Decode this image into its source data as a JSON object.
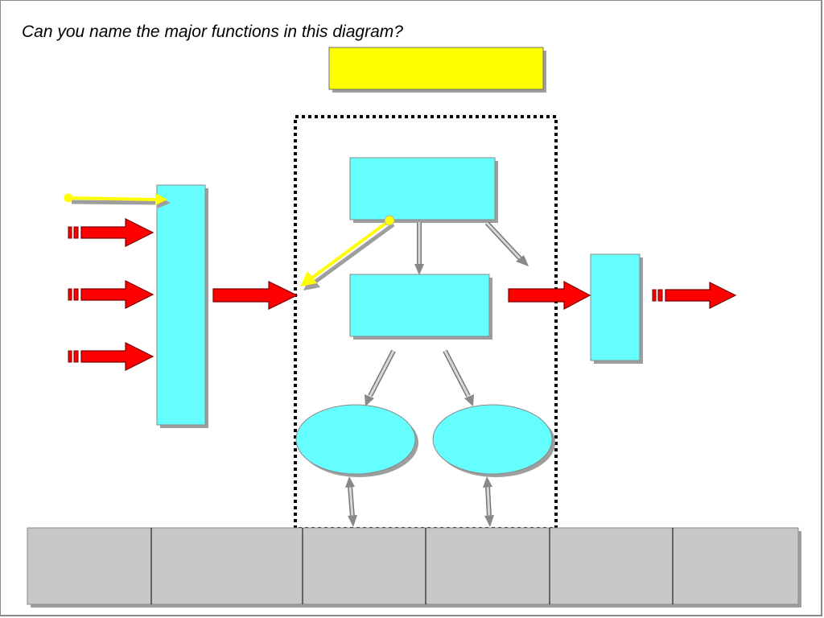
{
  "slide": {
    "question": "Can you name the major functions in this diagram?"
  },
  "colors": {
    "box_fill": "#66ffff",
    "label_placeholder_fill": "#ffff00",
    "input_arrow_fill": "#ff0000",
    "feedback_arrow_fill": "#ffff00",
    "bottom_bar_fill": "#c8c8c8",
    "shadow": "#9e9e9e",
    "subsystem_border": "#000000"
  },
  "diagram": {
    "subsystem_border_style": "dotted",
    "bottom_bar_cell_count": 6
  }
}
